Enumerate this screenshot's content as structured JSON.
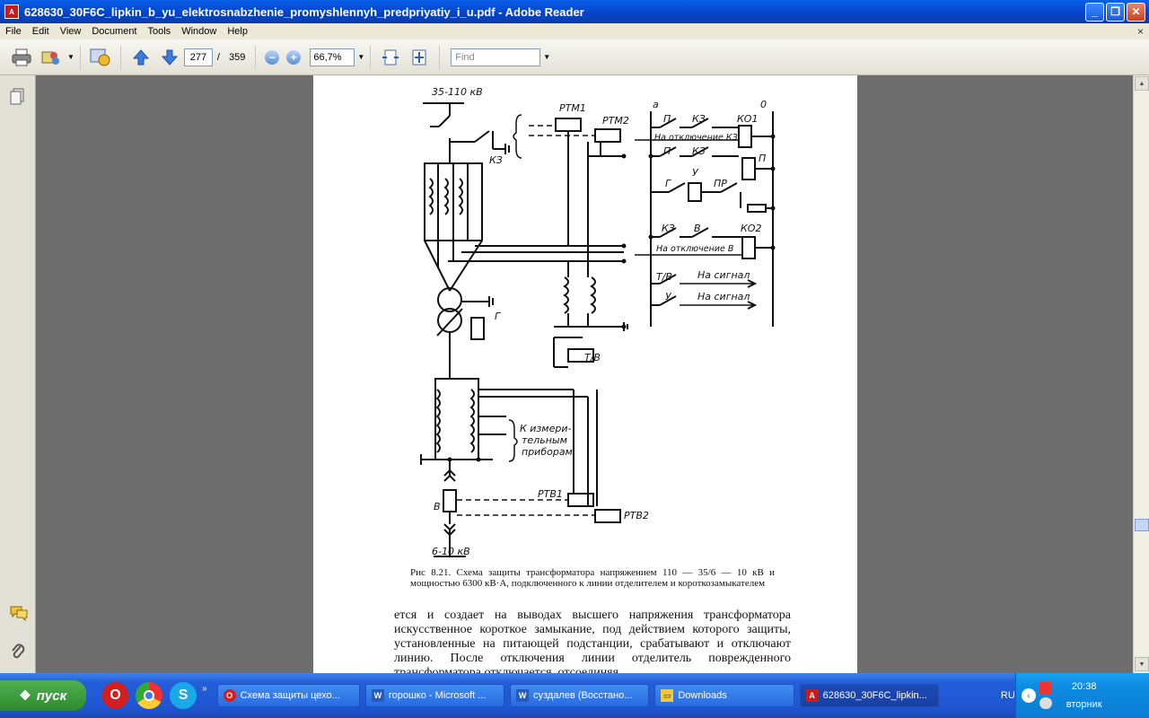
{
  "window": {
    "title": "628630_30F6C_lipkin_b_yu_elektrosnabzhenie_promyshlennyh_predpriyatiy_i_u.pdf - Adobe Reader",
    "min_glyph": "_",
    "max_glyph": "❐",
    "close_glyph": "✕"
  },
  "menu": {
    "items": [
      "File",
      "Edit",
      "View",
      "Document",
      "Tools",
      "Window",
      "Help"
    ],
    "close_glyph": "×"
  },
  "toolbar": {
    "page_current": "277",
    "page_separator": "/",
    "page_total": "359",
    "zoom_value": "66,7%",
    "find_placeholder": "Find"
  },
  "diagram": {
    "labels": {
      "top_voltage": "35-110 кВ",
      "bottom_voltage": "6-10 кВ",
      "rtm1": "РТМ1",
      "rtm2": "РТМ2",
      "kz_switch": "КЗ",
      "g_label": "Г",
      "tv_label": "Т/В",
      "rtv1": "РТВ1",
      "rtv2": "РТВ2",
      "v_label": "В",
      "meters_line1": "К измери-",
      "meters_line2": "тельным",
      "meters_line3": "приборам",
      "bus_a": "а",
      "bus_0": "0",
      "p1": "П",
      "kz1": "КЗ",
      "ko1": "КО1",
      "off_kz": "На отключение КЗ",
      "p2": "П",
      "kz2": "КЗ",
      "p3": "П",
      "g2": "Г",
      "u1": "У",
      "pr": "ПР",
      "kz3": "КЗ",
      "v2": "В",
      "ko2": "КО2",
      "off_v": "На отключение В",
      "tv2": "Т/В",
      "signal1": "На сигнал",
      "u2": "У",
      "signal2": "На сигнал"
    }
  },
  "caption": "Рис 8.21. Схема защиты трансформатора напряжением 110 — 35/6 — 10 кВ и мощностью 6300 кВ·А, подключенного к линии отделителем и короткозамыкателем",
  "body_text": "ется и создает на выводах высшего напряжения трансформатора искусственное короткое замыкание, под действием которого защиты, установленные на питающей подстанции, срабатывают и отключают линию. После отключения линии отделитель поврежденного трансформатора отключается, отсоединяя",
  "taskbar": {
    "start_label": "пуск",
    "tasks": [
      {
        "label": "Схема защиты цехо...",
        "icon": "O"
      },
      {
        "label": "горошко - Microsoft ...",
        "icon": "W"
      },
      {
        "label": "суздалев (Восстано...",
        "icon": "W"
      },
      {
        "label": "Downloads",
        "icon": "▭"
      },
      {
        "label": "628630_30F6C_lipkin...",
        "icon": "A"
      }
    ],
    "lang": "RU",
    "time": "20:38",
    "day": "вторник"
  },
  "colors": {
    "title_blue": "#0542c9",
    "taskbar_blue": "#245edb",
    "start_green": "#2e8a2e"
  }
}
